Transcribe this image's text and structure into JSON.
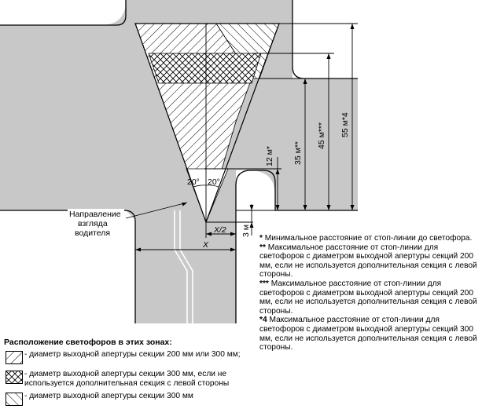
{
  "labels": {
    "angle_left": "20°",
    "angle_right": "20°",
    "dim_12": "12 м*",
    "dim_35": "35 м**",
    "dim_45": "45 м***",
    "dim_55": "55 м*4",
    "dim_3": "3 м",
    "dim_x2": "X/2",
    "dim_x": "X",
    "direction_line1": "Направление",
    "direction_line2": "взгляда",
    "direction_line3": "водителя"
  },
  "notes": [
    {
      "mark": "*",
      "text": " Минимальное расстояние от стоп-линии до светофора."
    },
    {
      "mark": "**",
      "text": " Максимальное расстояние от стоп-линии для светофоров с диаметром выходной апертуры секций 200 мм, если не используется дополнительная секция с левой стороны."
    },
    {
      "mark": "***",
      "text": " Максимальное расстояние от стоп-линии для светофоров с диаметром выходной апертуры секций 200 мм, если не используется дополнительная секция с левой стороны."
    },
    {
      "mark": "*4",
      "text": " Максимальное расстояние от стоп-линии для светофоров с диаметром выходной апертуры секций 300 мм, если не используется дополнительная секция с левой стороны."
    }
  ],
  "legend": {
    "title": "Расположение светофоров в этих зонах:",
    "items": [
      {
        "pattern": "single-hatch",
        "text": "- диаметр выходной апертуры секции 200 мм или 300 мм;"
      },
      {
        "pattern": "cross-hatch",
        "text": "- диаметр выходной апертуры секции 300 мм, если не используется дополнительная секция с левой стороны"
      },
      {
        "pattern": "reverse-hatch",
        "text": "- диаметр выходной апертуры секции 300 мм"
      }
    ]
  },
  "colors": {
    "road": "#c8c8c8",
    "ink": "#000000",
    "paper": "#ffffff"
  }
}
